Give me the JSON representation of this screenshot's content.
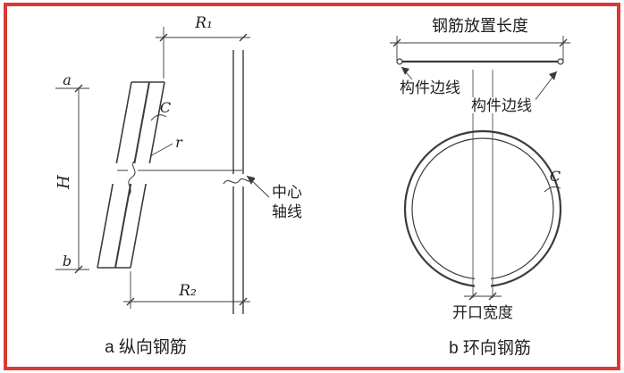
{
  "colors": {
    "frame": "#d93a35",
    "line": "#3b3b3b",
    "ink": "#1f1f1f"
  },
  "left": {
    "caption": "a 纵向钢筋",
    "dim_r1": "R₁",
    "dim_r2": "R₂",
    "dim_h": "H",
    "label_a": "a",
    "label_b": "b",
    "label_c": "C",
    "label_r": "r",
    "axis_label_line1": "中心",
    "axis_label_line2": "轴线"
  },
  "right": {
    "caption": "b 环向钢筋",
    "top_dim_label": "钢筋放置长度",
    "edge_label_top": "构件边线",
    "edge_label_bottom": "构件边线",
    "label_c": "C",
    "opening_label": "开口宽度"
  }
}
